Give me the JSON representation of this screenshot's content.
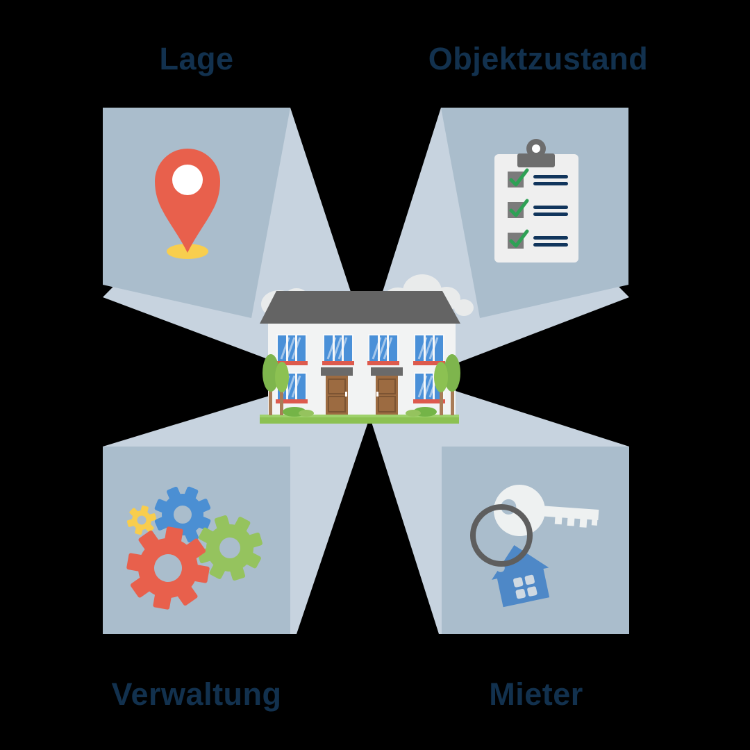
{
  "figure": {
    "type": "infographic-diagram",
    "center_subject": "house"
  },
  "quadrants": {
    "top_left": {
      "label": "Lage",
      "icon": "location-pin"
    },
    "top_right": {
      "label": "Objektzustand",
      "icon": "checklist-clipboard"
    },
    "bottom_left": {
      "label": "Verwaltung",
      "icon": "gears"
    },
    "bottom_right": {
      "label": "Mieter",
      "icon": "key-with-house-keychain"
    }
  },
  "colors": {
    "bg": "#000000",
    "quad_dark": "#aabdcc",
    "quad_light": "#c7d3df",
    "text_navy": "#12314e",
    "pin_red": "#e8604c",
    "pin_shadow_yellow": "#f8ce4e",
    "clipboard_white": "#efefef",
    "clip_gray": "#6d6d6d",
    "checkbox_gray": "#7b7b7b",
    "check_green": "#2ea155",
    "line_navy": "#11355c",
    "gear_yellow": "#f8cd4d",
    "gear_blue": "#4b8fd3",
    "gear_red": "#e8604c",
    "gear_green": "#95c35e",
    "key_white": "#eef1f1",
    "ring_gray": "#5e5e5e",
    "charm_blue": "#4e88c7",
    "roof_gray": "#646464",
    "wall_white": "#f2f3f3",
    "window_blue": "#4a90d8",
    "sill_red": "#dd5a4d",
    "door_brown": "#9c6b41",
    "grass_green": "#8cc152",
    "cloud_white": "#e9ebeb"
  }
}
